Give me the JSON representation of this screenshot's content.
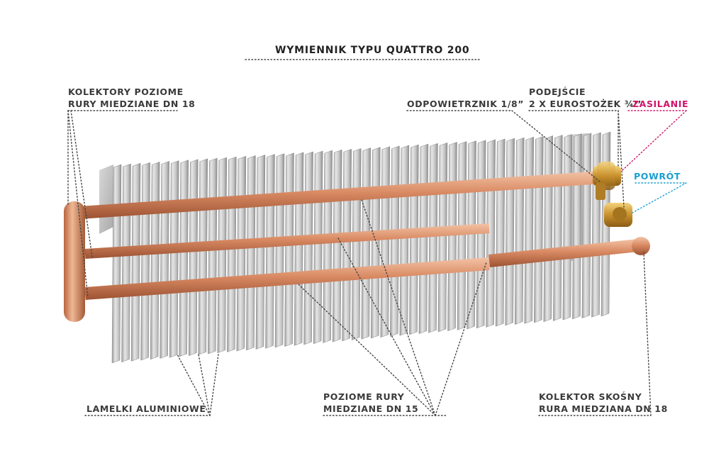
{
  "title": "WYMIENNIK TYPU QUATTRO 200",
  "labels": {
    "kolektory_line1": "KOLEKTORY POZIOME",
    "kolektory_line2": "RURY MIEDZIANE DN 18",
    "odpowietrznik": "ODPOWIETRZNIK 1/8”",
    "podejscie_line1": "PODEJŚCIE",
    "podejscie_line2": "2 x EUROSTOŻEK ¾’’",
    "zasilanie": "ZASILANIE",
    "powrot": "POWRÓT",
    "lamelki": "LAMELKI ALUMINIOWE",
    "poziome_line1": "POZIOME RURY",
    "poziome_line2": "MIEDZIANE DN 15",
    "kolektor_skosny_line1": "KOLEKTOR SKOŚNY",
    "kolektor_skosny_line2": "RURA MIEDZIANA DN 18"
  },
  "colors": {
    "zasilanie": "#d0136b",
    "powrot": "#1a9fd1",
    "label_text": "#3a3a3a",
    "copper": "#d98a63",
    "fin": "#cfcfcf"
  }
}
